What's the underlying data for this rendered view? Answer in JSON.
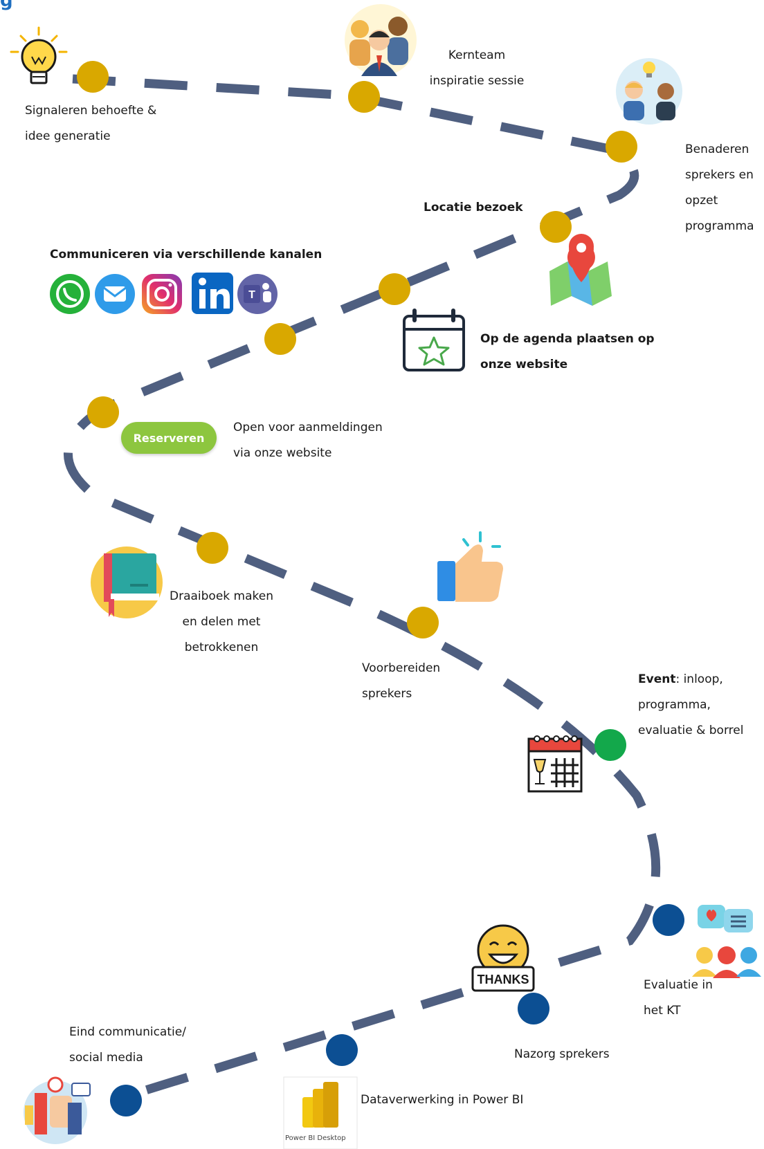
{
  "header": {
    "fragment": "g"
  },
  "colors": {
    "path": "#4f5f80",
    "milestone_gold": "#d9a800",
    "milestone_green": "#13a84b",
    "milestone_blue": "#0c4f93",
    "button_green": "#8dc63f"
  },
  "steps": {
    "signaleren": "Signaleren behoefte &\nidee  generatie",
    "kernteam": "Kernteam\ninspiratie sessie",
    "benaderen": "Benaderen\nsprekers en\nopzet\nprogramma",
    "locatie": "Locatie bezoek",
    "communiceren": "Communiceren via verschillende kanalen",
    "agenda": "Op de agenda plaatsen op\nonze website",
    "open": "Open voor aanmeldingen\nvia onze website",
    "draaiboek": "Draaiboek maken\nen delen met\nbetrokkenen",
    "voorbereiden": "Voorbereiden\nsprekers",
    "event_bold": "Event",
    "event_rest": ": inloop,\nprogramma,\nevaluatie & borrel",
    "evaluatie": "Evaluatie in\nhet KT",
    "nazorg": "Nazorg sprekers",
    "eind": "Eind communicatie/\nsocial media",
    "dataverwerking": "Dataverwerking in Power BI"
  },
  "reserveren_button": "Reserveren",
  "thanks_badge": "THANKS",
  "teams_letter": "T",
  "powerbi_caption": "Power BI Desktop",
  "icons": [
    "lightbulb-icon",
    "team-people-icon",
    "speakers-idea-icon",
    "map-pin-icon",
    "whatsapp-icon",
    "mail-icon",
    "instagram-icon",
    "linkedin-icon",
    "teams-icon",
    "calendar-star-icon",
    "book-icon",
    "thumbs-up-icon",
    "event-calendar-icon",
    "feedback-people-icon",
    "thanks-smiley-icon",
    "social-media-icon",
    "power-bi-icon"
  ]
}
